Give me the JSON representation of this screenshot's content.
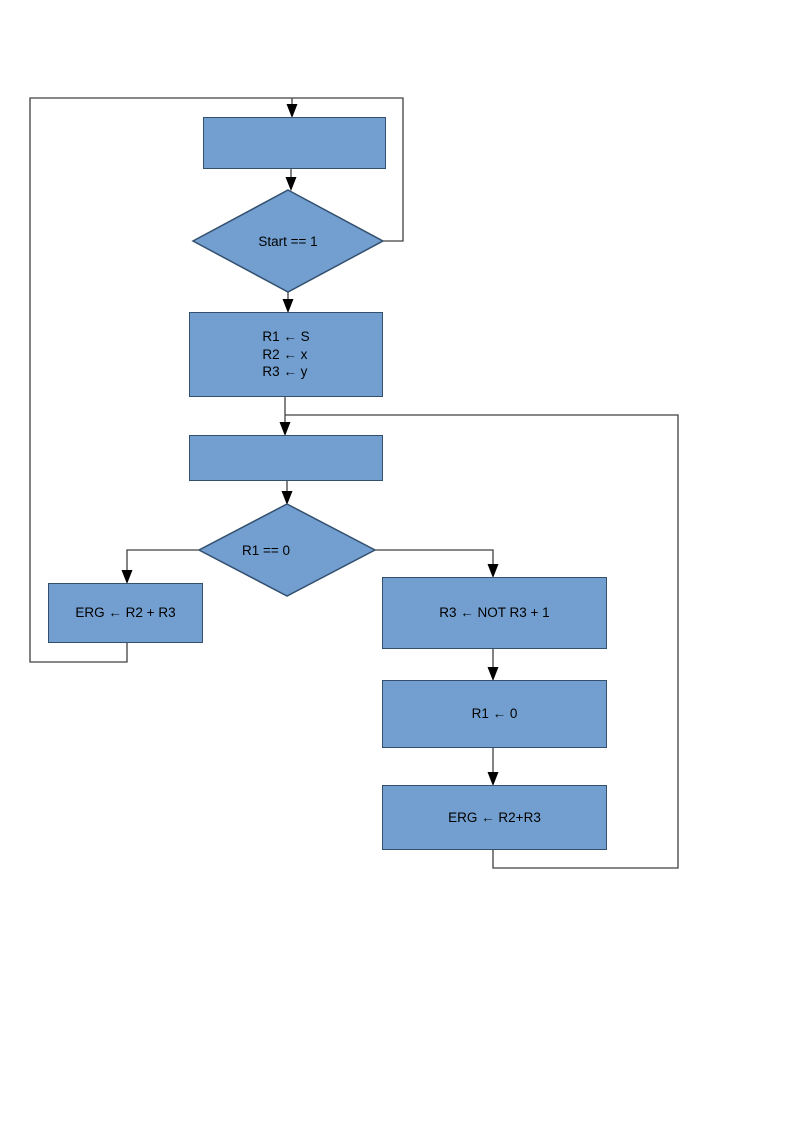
{
  "theme": {
    "page_background": "#ffffff",
    "shape_fill": "#729fcf",
    "shape_border": "#33506f",
    "line_color": "#404040",
    "arrow_color": "#000000",
    "text_color": "#000000"
  },
  "flowchart": {
    "nodes": {
      "top_process": {
        "label": ""
      },
      "start_decision": {
        "label": "Start == 1"
      },
      "init_process": {
        "lines": [
          "R1 ← S",
          "R2 ← x",
          "R3 ← y"
        ]
      },
      "loop_process": {
        "label": ""
      },
      "r1_decision": {
        "label": "R1 == 0"
      },
      "erg_sum_process": {
        "label": "ERG ← R2 + R3"
      },
      "negate_process": {
        "label": "R3 ← NOT R3 + 1"
      },
      "clear_r1_process": {
        "label": "R1 ← 0"
      },
      "erg_result_process": {
        "label": "ERG ← R2+R3"
      }
    }
  }
}
